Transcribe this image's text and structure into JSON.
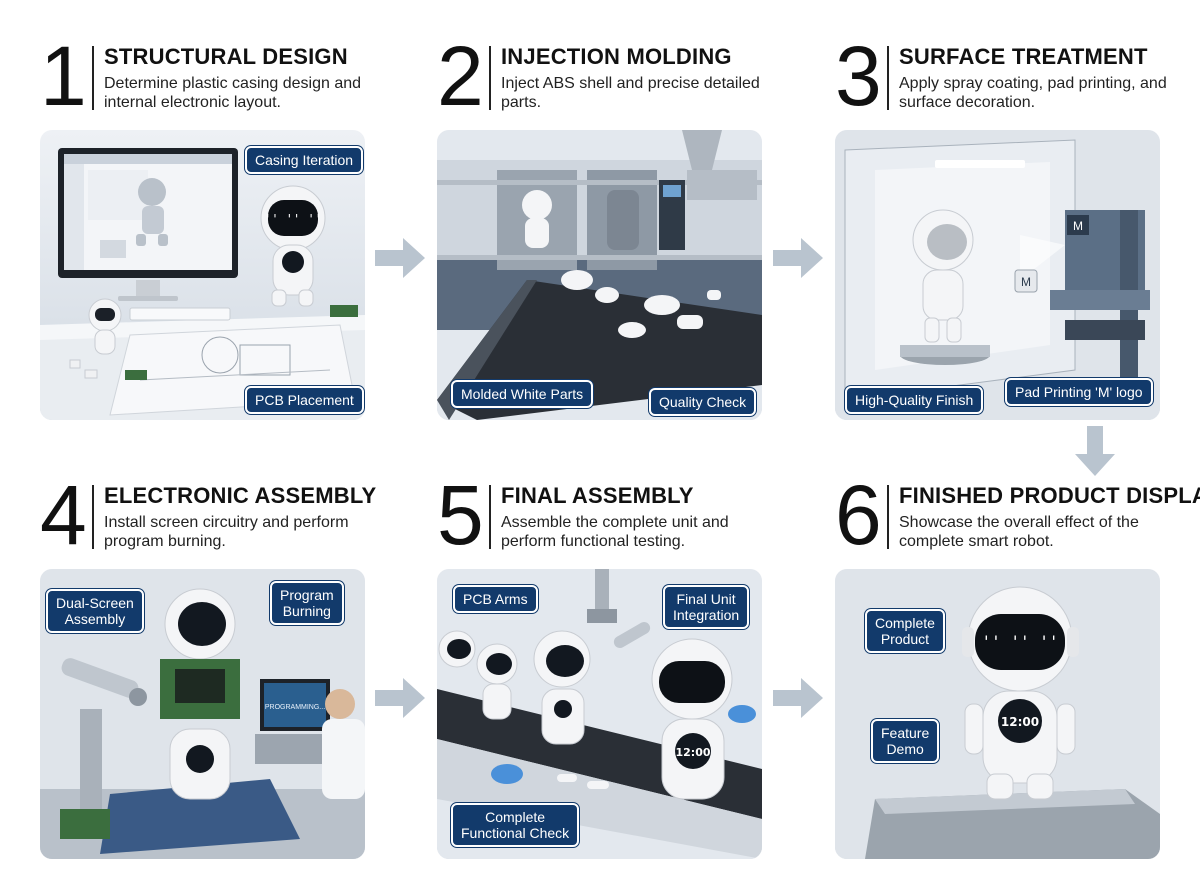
{
  "steps": [
    {
      "number": "1",
      "title": "STRUCTURAL DESIGN",
      "description": "Determine plastic casing design and internal electronic layout.",
      "callouts": [
        "Casing Iteration",
        "PCB Placement"
      ]
    },
    {
      "number": "2",
      "title": "INJECTION MOLDING",
      "description": "Inject ABS shell and precise detailed parts.",
      "callouts": [
        "Molded White Parts",
        "Quality Check"
      ]
    },
    {
      "number": "3",
      "title": "SURFACE TREATMENT",
      "description": "Apply spray coating, pad printing, and surface decoration.",
      "callouts": [
        "High-Quality Finish",
        "Pad Printing 'M' logo"
      ],
      "logo_letter": "M"
    },
    {
      "number": "4",
      "title": "ELECTRONIC ASSEMBLY",
      "description": "Install screen circuitry and perform program burning.",
      "callouts": [
        "Dual-Screen\nAssembly",
        "Program\nBurning"
      ],
      "screen_text": "PROGRAMMING..."
    },
    {
      "number": "5",
      "title": "FINAL ASSEMBLY",
      "description": "Assemble the complete unit and perform functional testing.",
      "callouts": [
        "PCB Arms",
        "Final Unit\nIntegration",
        "Complete\nFunctional Check"
      ],
      "clock_text": "12:00"
    },
    {
      "number": "6",
      "title": "FINISHED PRODUCT DISPLAY",
      "description": "Showcase the overall effect of the complete smart robot.",
      "callouts": [
        "Complete\nProduct",
        "Feature\nDemo"
      ],
      "clock_text": "12:00"
    }
  ],
  "colors": {
    "callout_bg": "#123a6b",
    "arrow": "#b9c4cf",
    "panel_bg": "#dde3ea"
  },
  "icons": {
    "flow_arrow": "arrow-right-icon",
    "flow_arrow_down": "arrow-down-icon"
  }
}
